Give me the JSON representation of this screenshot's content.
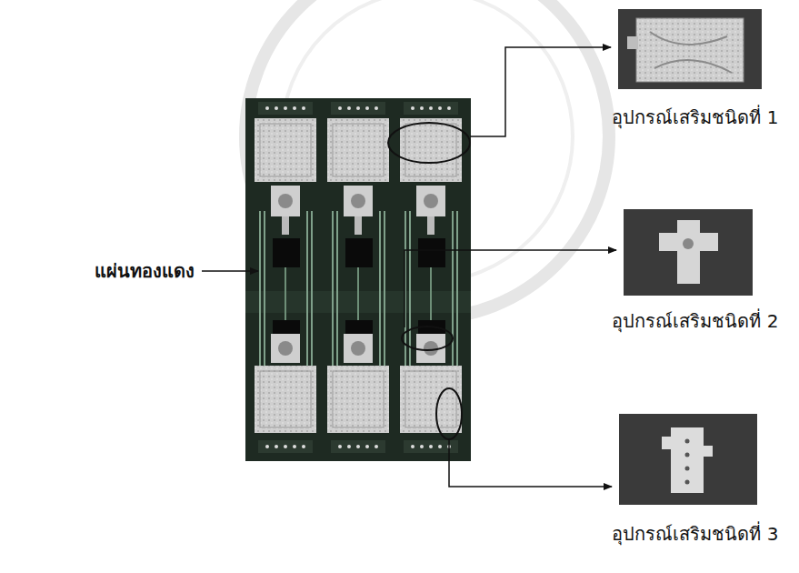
{
  "diagram": {
    "nodes": [
      {
        "text": [
          "อุปกรณ์เสริมชนิดที่ 1"
        ]
      },
      {
        "text": [
          "อุปกรณ์เสริมชนิดที่ 2"
        ]
      },
      {
        "text": [
          "อุปกรณ์เสริมชนิดที่ 3"
        ]
      }
    ],
    "labels": [
      "แผ่นทองแดง"
    ]
  }
}
